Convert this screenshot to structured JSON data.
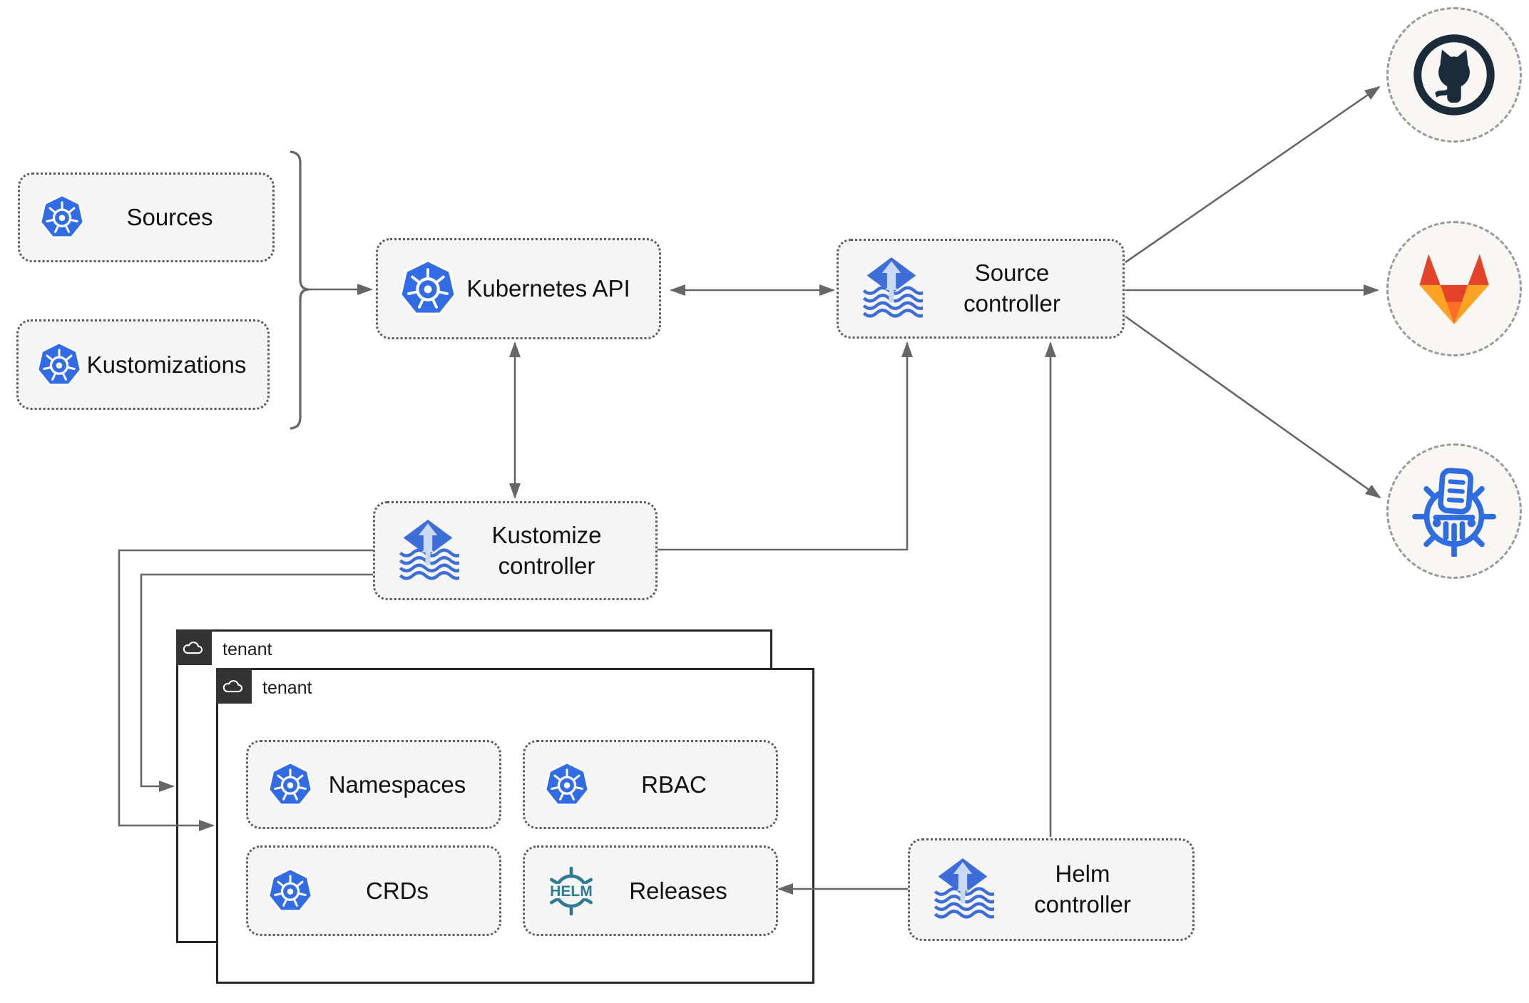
{
  "nodes": {
    "sources": {
      "label": "Sources",
      "icon": "kubernetes-icon"
    },
    "kustomizations": {
      "label": "Kustomizations",
      "icon": "kubernetes-icon"
    },
    "kubernetes_api": {
      "label": "Kubernetes API",
      "icon": "kubernetes-icon"
    },
    "source_controller": {
      "label": "Source controller",
      "icon": "flux-icon"
    },
    "kustomize_controller": {
      "label": "Kustomize controller",
      "icon": "flux-icon"
    },
    "helm_controller": {
      "label": "Helm controller",
      "icon": "flux-icon"
    },
    "namespaces": {
      "label": "Namespaces",
      "icon": "kubernetes-icon"
    },
    "rbac": {
      "label": "RBAC",
      "icon": "kubernetes-icon"
    },
    "crds": {
      "label": "CRDs",
      "icon": "kubernetes-icon"
    },
    "releases": {
      "label": "Releases",
      "icon": "helm-wheel-icon"
    }
  },
  "tenants": {
    "back": {
      "label": "tenant",
      "icon": "cloud-icon"
    },
    "front": {
      "label": "tenant",
      "icon": "cloud-icon"
    }
  },
  "external_targets": [
    {
      "icon": "github-icon"
    },
    {
      "icon": "gitlab-icon"
    },
    {
      "icon": "chartmuseum-icon"
    }
  ],
  "icons": {
    "helm_text": "HELM"
  },
  "colors": {
    "kubernetes_blue": "#326CE5",
    "flux_blue": "#3D6DD8",
    "flux_light_arrow": "#C9D9F4",
    "helm_teal": "#2E7B96",
    "github_dark": "#1B2B3A",
    "gitlab_red": "#E24329",
    "gitlab_orange": "#FC6D26",
    "gitlab_amber": "#FCA326",
    "chartmuseum_blue": "#2F6CE0",
    "connector_gray": "#666666",
    "node_fill": "#F5F5F5",
    "tenant_tab": "#333333"
  }
}
